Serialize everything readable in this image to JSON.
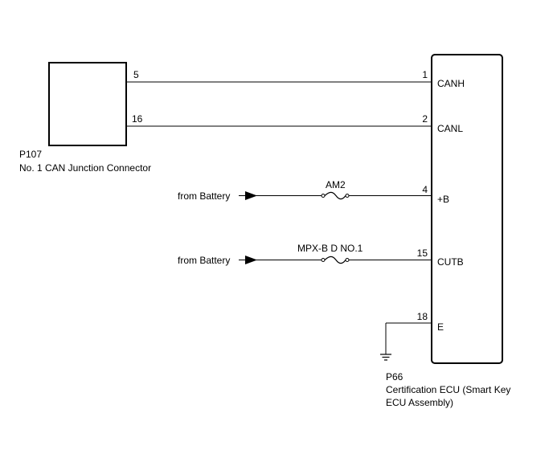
{
  "connector": {
    "id": "P107",
    "name": "No. 1 CAN Junction Connector",
    "pins": [
      "5",
      "16"
    ]
  },
  "ecu": {
    "id": "P66",
    "name_line1": "Certification ECU (Smart Key",
    "name_line2": "ECU Assembly)",
    "pins": [
      {
        "num": "1",
        "label": "CANH"
      },
      {
        "num": "2",
        "label": "CANL"
      },
      {
        "num": "4",
        "label": "+B"
      },
      {
        "num": "15",
        "label": "CUTB"
      },
      {
        "num": "18",
        "label": "E"
      }
    ]
  },
  "fuses": {
    "am2": "AM2",
    "mpx": "MPX-B D NO.1"
  },
  "sources": {
    "battery1": "from Battery",
    "battery2": "from Battery"
  }
}
